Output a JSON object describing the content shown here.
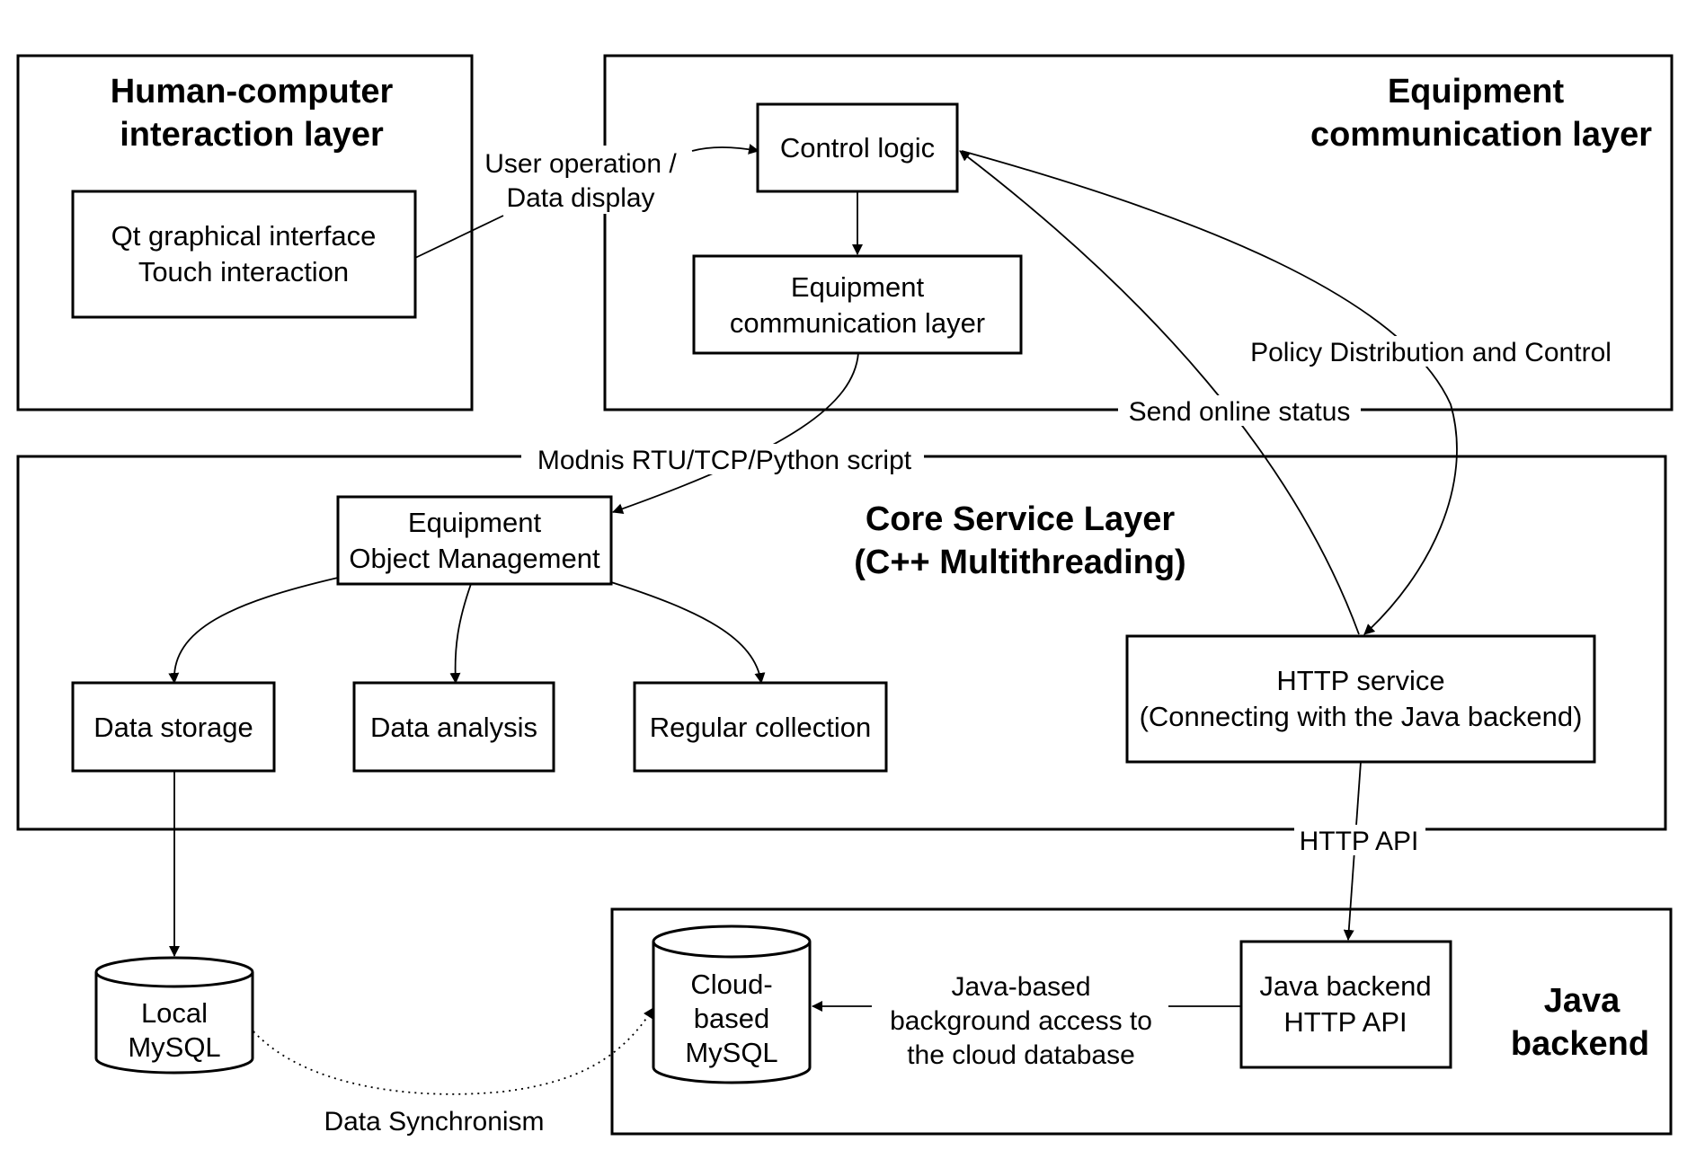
{
  "layers": {
    "hci": {
      "title_line1": "Human-computer",
      "title_line2": "interaction layer"
    },
    "equipment": {
      "title_line1": "Equipment",
      "title_line2": "communication layer"
    },
    "core": {
      "title_line1": "Core Service Layer",
      "title_line2": "(C++ Multithreading)"
    },
    "java": {
      "title_line1": "Java",
      "title_line2": "backend"
    }
  },
  "nodes": {
    "qt_gui": {
      "line1": "Qt graphical interface",
      "line2": "Touch interaction"
    },
    "control_logic": {
      "line1": "Control logic"
    },
    "equipment_comm": {
      "line1": "Equipment",
      "line2": "communication layer"
    },
    "equipment_obj": {
      "line1": "Equipment",
      "line2": "Object Management"
    },
    "data_storage": {
      "line1": "Data storage"
    },
    "data_analysis": {
      "line1": "Data analysis"
    },
    "regular_collection": {
      "line1": "Regular collection"
    },
    "http_service": {
      "line1": "HTTP service",
      "line2": "(Connecting with the Java backend)"
    },
    "local_mysql": {
      "line1": "Local",
      "line2": "MySQL"
    },
    "cloud_mysql": {
      "line1": "Cloud-",
      "line2": "based",
      "line3": "MySQL"
    },
    "java_api": {
      "line1": "Java backend",
      "line2": "HTTP API"
    }
  },
  "edges": {
    "user_op": {
      "line1": "User operation /",
      "line2": "Data display"
    },
    "modbus": {
      "line1": "Modnis RTU/TCP/Python script"
    },
    "send_status": {
      "line1": "Send online status"
    },
    "policy": {
      "line1": "Policy Distribution and Control"
    },
    "http_api": {
      "line1": "HTTP API"
    },
    "java_access": {
      "line1": "Java-based",
      "line2": "background access to",
      "line3": "the cloud database"
    },
    "sync": {
      "line1": "Data Synchronism"
    }
  }
}
